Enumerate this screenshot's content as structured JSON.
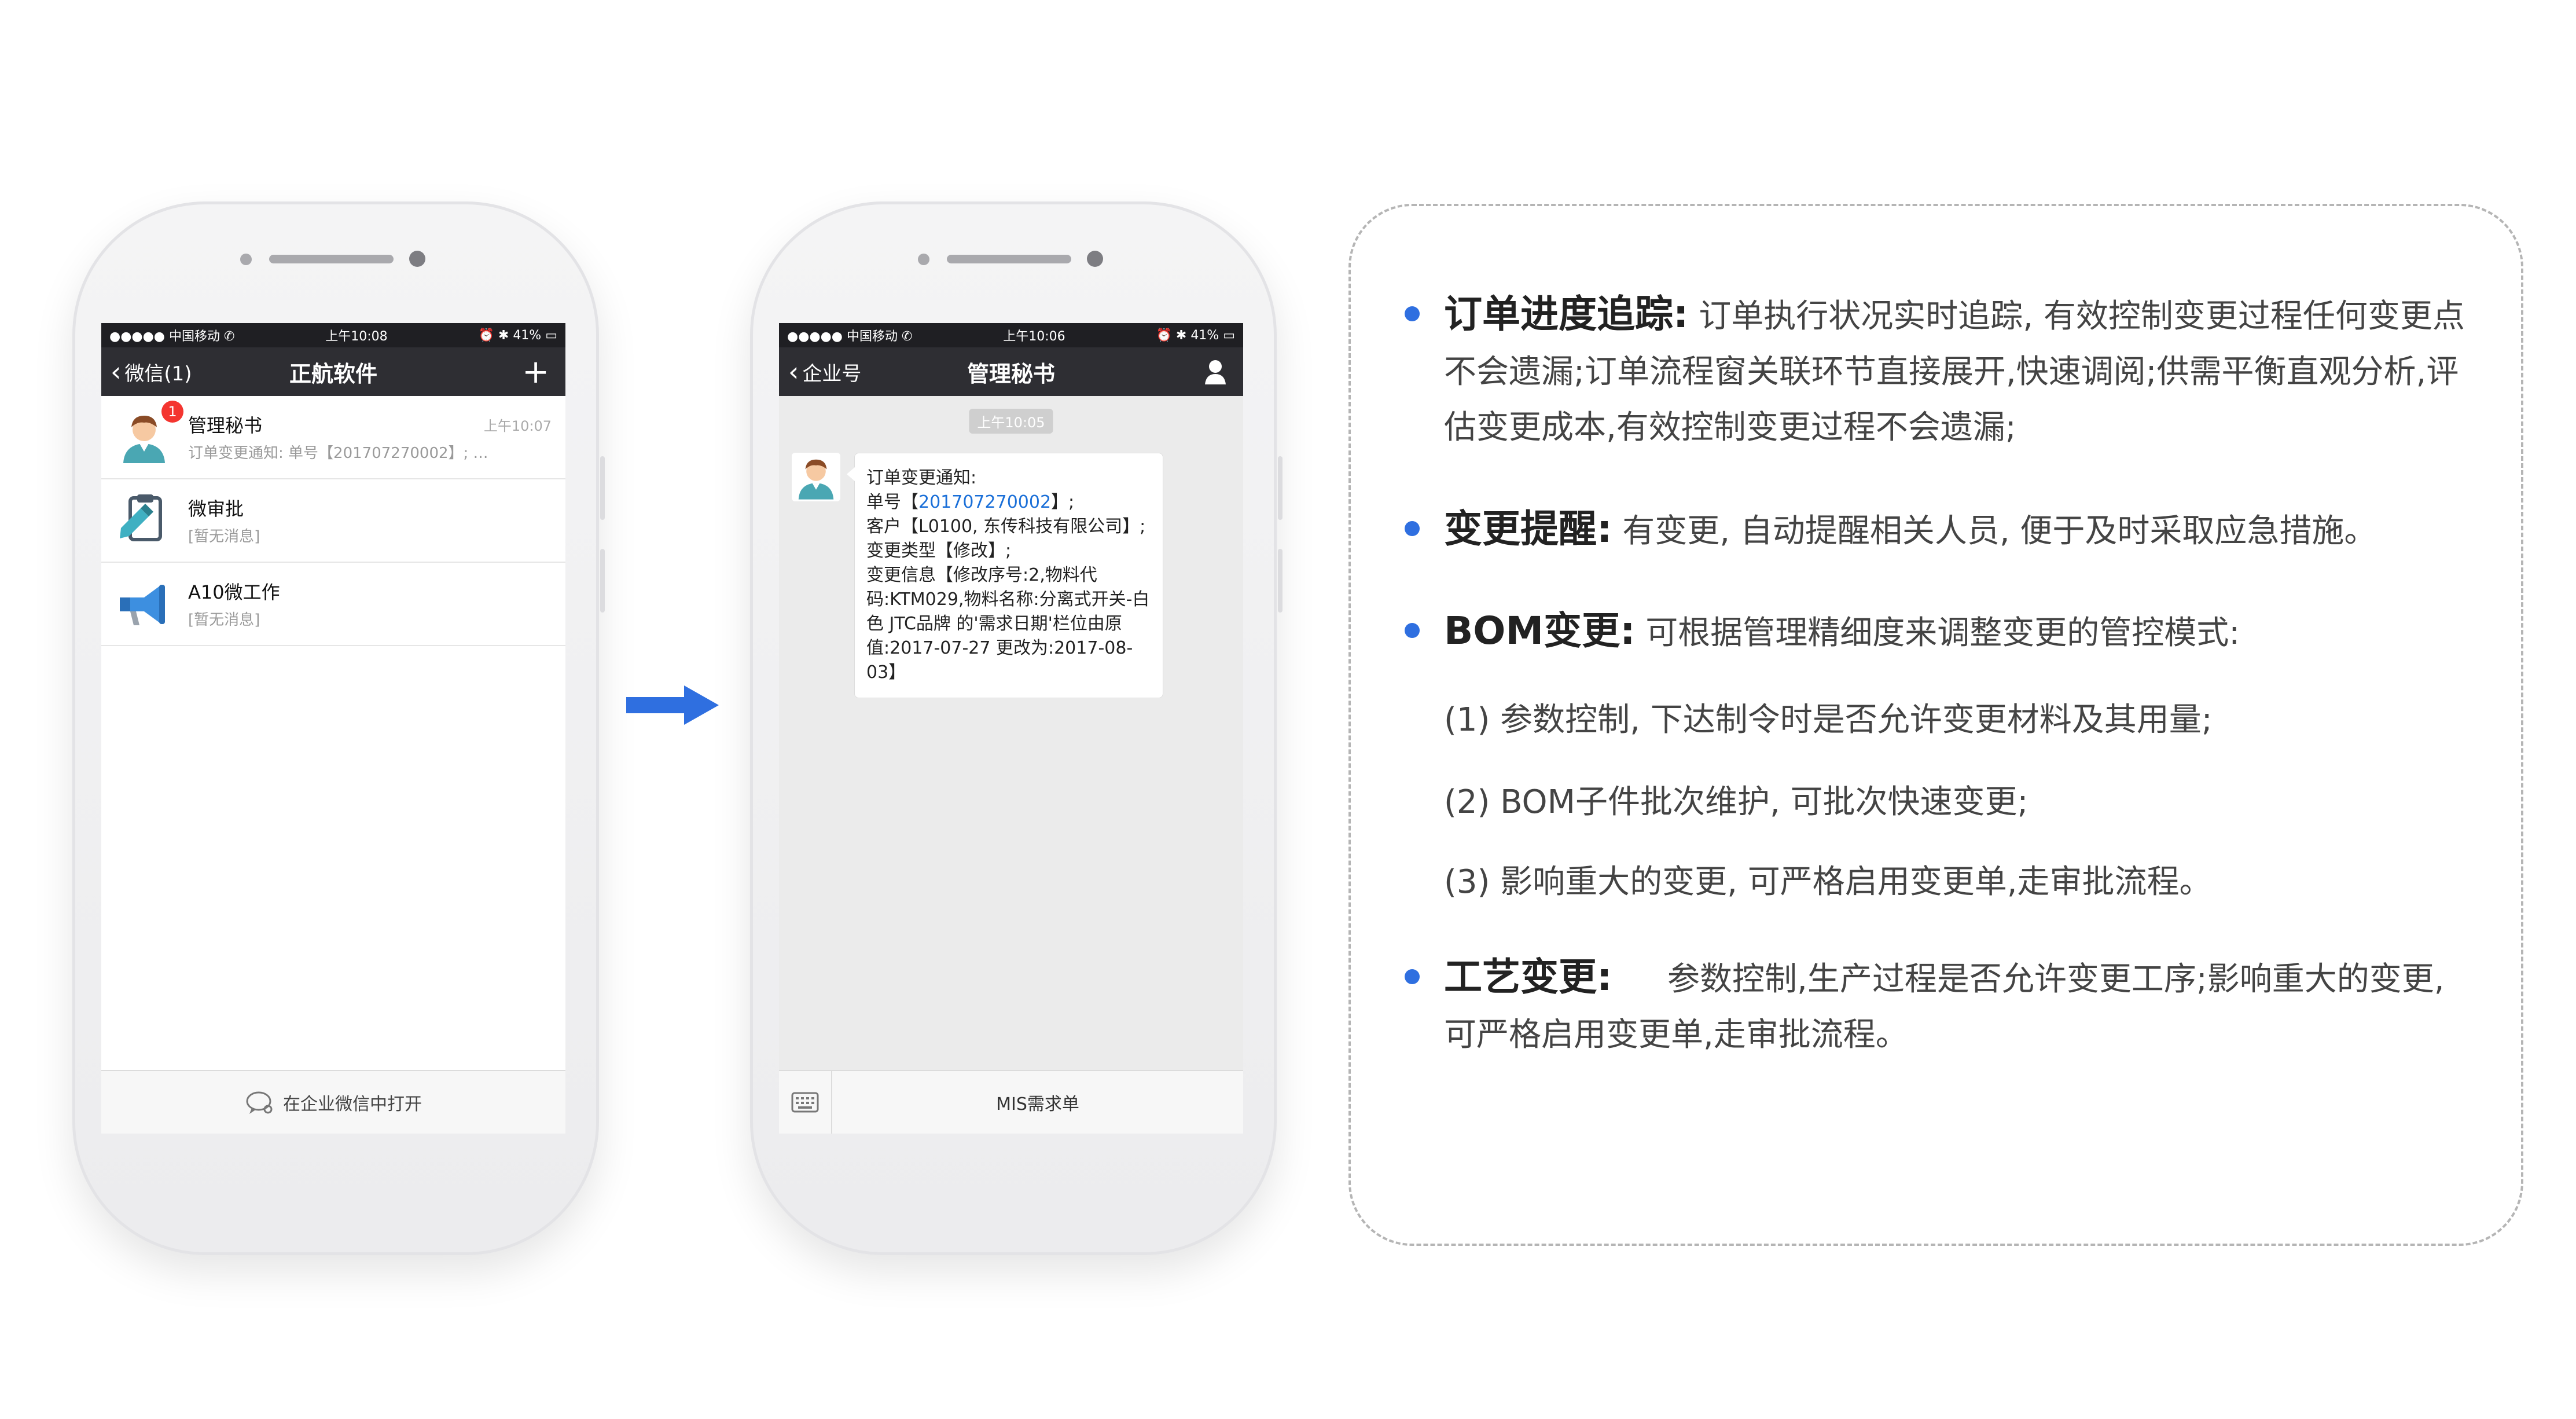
{
  "phone1": {
    "status": {
      "carrier": "●●●●● 中国移动 ✆",
      "time": "上午10:08",
      "battery": "⏰ ✱ 41% ▭"
    },
    "nav": {
      "back_label": "微信(1)",
      "title": "正航软件",
      "right_icon": "+"
    },
    "chats": [
      {
        "name": "管理秘书",
        "preview": "订单变更通知:  单号【201707270002】;  …",
        "time": "上午10:07",
        "badge": "1",
        "icon": "person-avatar-icon"
      },
      {
        "name": "微审批",
        "preview": "[暂无消息]",
        "time": "",
        "badge": "",
        "icon": "approval-pen-icon"
      },
      {
        "name": "A10微工作",
        "preview": "[暂无消息]",
        "time": "",
        "badge": "",
        "icon": "megaphone-icon"
      }
    ],
    "bottom_label": "在企业微信中打开"
  },
  "phone2": {
    "status": {
      "carrier": "●●●●● 中国移动 ✆",
      "time": "上午10:06",
      "battery": "⏰ ✱ 41% ▭"
    },
    "nav": {
      "back_label": "企业号",
      "title": "管理秘书",
      "right_icon": "person-icon"
    },
    "timestamp": "上午10:05",
    "message": {
      "line1": "订单变更通知:",
      "order_prefix": "单号【",
      "order_no": "201707270002",
      "order_suffix": "】;",
      "line3": "客户【L0100, 东传科技有限公司】;",
      "line4": "变更类型【修改】;",
      "line5": "变更信息【修改序号:2,物料代码:KTM029,物料名称:分离式开关-白色 JTC品牌 的'需求日期'栏位由原值:2017-07-27 更改为:2017-08-03】"
    },
    "menu_label": "MIS需求单"
  },
  "features": [
    {
      "label": "订单进度追踪:",
      "text": "订单执行状况实时追踪, 有效控制变更过程任何变更点不会遗漏;订单流程窗关联环节直接展开,快速调阅;供需平衡直观分析,评估变更成本,有效控制变更过程不会遗漏;"
    },
    {
      "label": "变更提醒:",
      "text": "有变更, 自动提醒相关人员, 便于及时采取应急措施。"
    },
    {
      "label": "BOM变更:",
      "text": "可根据管理精细度来调整变更的管控模式:"
    },
    {
      "label": "工艺变更:",
      "text": "参数控制,生产过程是否允许变更工序;影响重大的变更, 可严格启用变更单,走审批流程。"
    }
  ],
  "bom_subitems": [
    "(1) 参数控制, 下达制令时是否允许变更材料及其用量;",
    "(2) BOM子件批次维护, 可批次快速变更;",
    "(3) 影响重大的变更, 可严格启用变更单,走审批流程。"
  ],
  "colors": {
    "accent": "#2f6fe0",
    "nav_bg": "#2e2e33",
    "badge": "#f43530",
    "link": "#1a6fd8"
  }
}
